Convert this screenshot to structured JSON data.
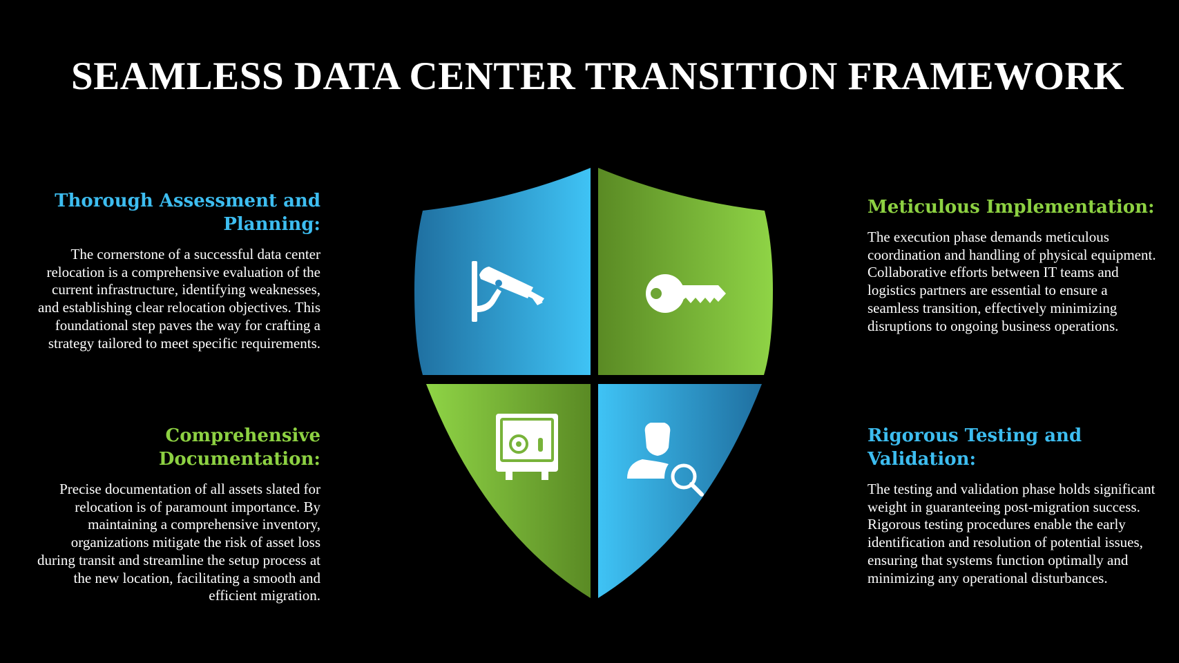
{
  "title": "SEAMLESS DATA CENTER TRANSITION FRAMEWORK",
  "colors": {
    "blue": "#3dbdf0",
    "blue_dark": "#1f6fa0",
    "green": "#8dd142",
    "green_dark": "#5a8a24",
    "background": "#000000"
  },
  "sections": [
    {
      "heading": "Thorough Assessment and Planning:",
      "heading_color": "#3dbdf0",
      "body": "The cornerstone of a successful data center relocation is a comprehensive evaluation of the current infrastructure, identifying weaknesses, and establishing clear relocation objectives. This foundational step paves the way for crafting a strategy tailored to meet specific requirements."
    },
    {
      "heading": "Meticulous Implementation:",
      "heading_color": "#8dd142",
      "body": "The execution phase demands meticulous coordination and handling of physical equipment. Collaborative efforts between IT teams and logistics partners are essential to ensure a seamless transition, effectively minimizing disruptions to ongoing business operations."
    },
    {
      "heading": "Comprehensive Documentation:",
      "heading_color": "#8dd142",
      "body": "Precise documentation of all assets slated for relocation is of paramount importance. By maintaining a comprehensive inventory, organizations mitigate the risk of asset loss during transit and streamline the setup process at the new location, facilitating a smooth and efficient migration."
    },
    {
      "heading": "Rigorous Testing and Validation:",
      "heading_color": "#3dbdf0",
      "body": "The testing and validation phase holds significant weight in guaranteeing post-migration success. Rigorous testing procedures enable the early identification and resolution of potential issues, ensuring that systems function optimally and minimizing any operational disturbances."
    }
  ],
  "icons": {
    "top_left": "security-camera-icon",
    "top_right": "key-icon",
    "bottom_left": "safe-icon",
    "bottom_right": "user-search-icon"
  }
}
